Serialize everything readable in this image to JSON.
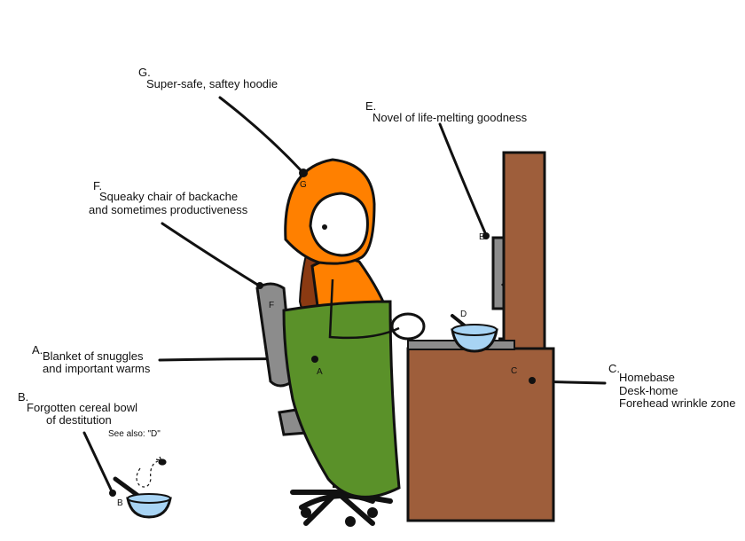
{
  "labels": {
    "a": {
      "letter": "A.",
      "line1": "Blanket of snuggles",
      "line2": "and important warms",
      "marker": "A"
    },
    "b": {
      "letter": "B.",
      "line1": "Forgotten cereal bowl",
      "line2": "of destitution",
      "see_also": "See also: \"D\"",
      "marker": "B"
    },
    "c": {
      "letter": "C.",
      "line1": "Homebase",
      "line2": "Desk-home",
      "line3": "Forehead wrinkle zone",
      "marker": "C"
    },
    "d": {
      "marker": "D"
    },
    "e": {
      "letter": "E.",
      "line1": "Novel of life-melting goodness",
      "marker": "E"
    },
    "f": {
      "letter": "F.",
      "line1": "Squeaky chair of backache",
      "line2": "and sometimes productiveness",
      "marker": "F"
    },
    "g": {
      "letter": "G.",
      "line1": "Super-safe, saftey hoodie",
      "marker": "G"
    }
  },
  "colors": {
    "hoodie": "#ff8000",
    "blanket": "#5a9129",
    "desk": "#9e5e3b",
    "chair": "#8c8c8c",
    "bowl": "#a8d4f4",
    "hair": "#8b3a12",
    "ink": "#111111"
  }
}
